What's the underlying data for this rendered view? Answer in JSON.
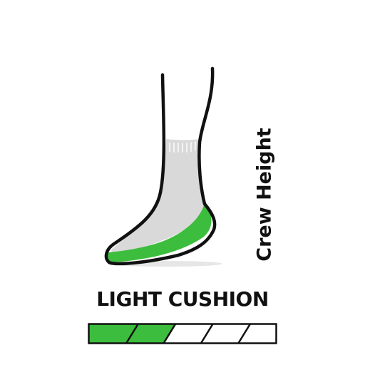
{
  "product": {
    "height_label": "Crew Height",
    "cushion_label": "LIGHT CUSHION"
  },
  "cushion_meter": {
    "total_segments": 5,
    "filled_segments": 2
  },
  "colors": {
    "cushion_green": "#3dbd3d",
    "sock_gray": "#d9d9d9",
    "rib_line": "#f2f2f2",
    "outline": "#111111",
    "meter_empty": "#ffffff"
  }
}
